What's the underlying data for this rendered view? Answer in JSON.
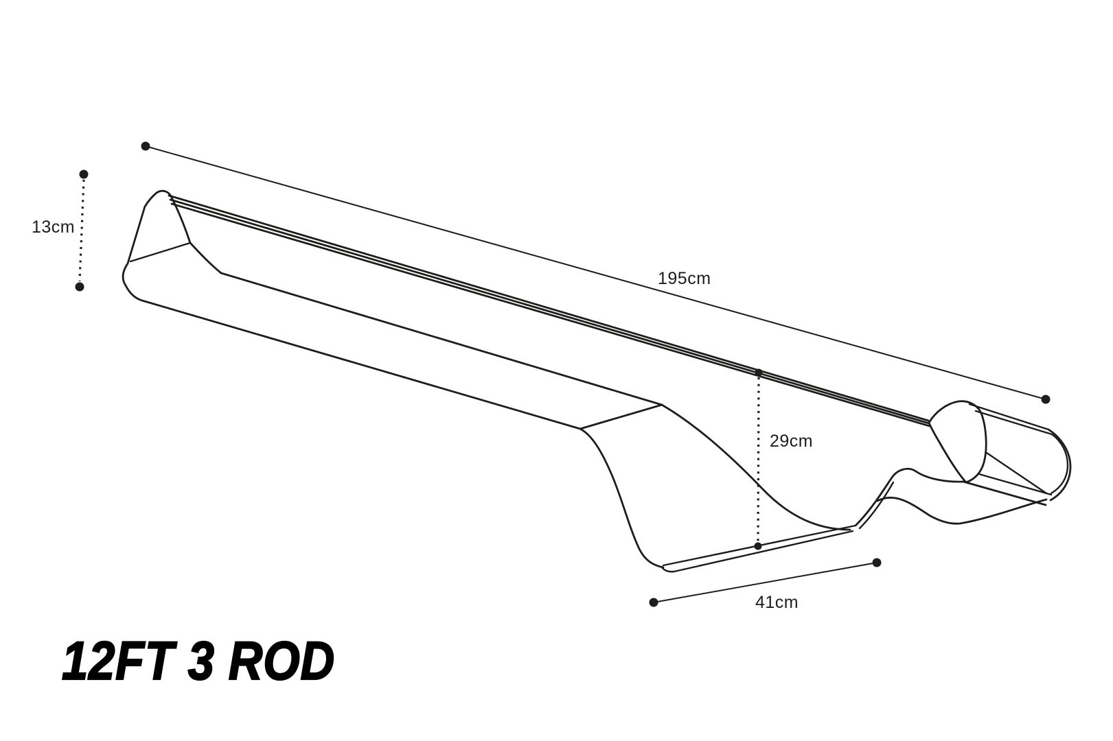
{
  "page": {
    "background": "#ffffff",
    "ink_color": "#1d1d1b"
  },
  "title": {
    "text": "12FT 3 ROD"
  },
  "dimensions": {
    "length": {
      "label": "195cm"
    },
    "end_height": {
      "label": "13cm"
    },
    "mid_height": {
      "label": "29cm"
    },
    "pocket_length": {
      "label": "41cm"
    }
  }
}
